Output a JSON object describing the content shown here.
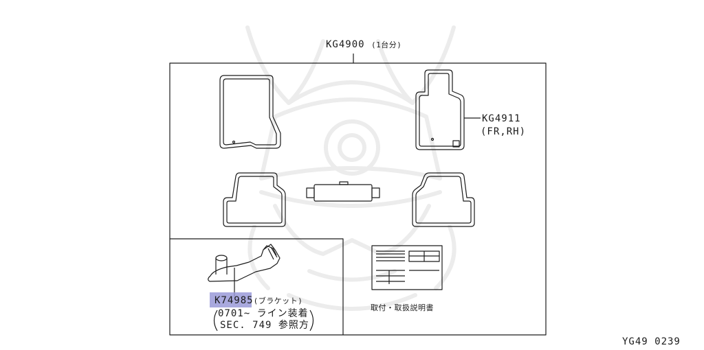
{
  "main_part": {
    "code": "KG4900",
    "qty": "(1台分)"
  },
  "callouts": [
    {
      "code": "KG4911",
      "detail": "(FR,RH)"
    },
    {
      "code": "K74985",
      "detail": "(ブラケット)"
    }
  ],
  "note": {
    "line1": "0701~ ライン装着",
    "line2": "SEC. 749 参照方"
  },
  "manual_label": "取付・取扱説明書",
  "figure_id": "YG49 0239",
  "colors": {
    "line": "#1a1a1a",
    "highlight": "#9a9ad8",
    "watermark": "#eeeeee"
  },
  "icons": [
    "samurai-helmet-watermark"
  ]
}
